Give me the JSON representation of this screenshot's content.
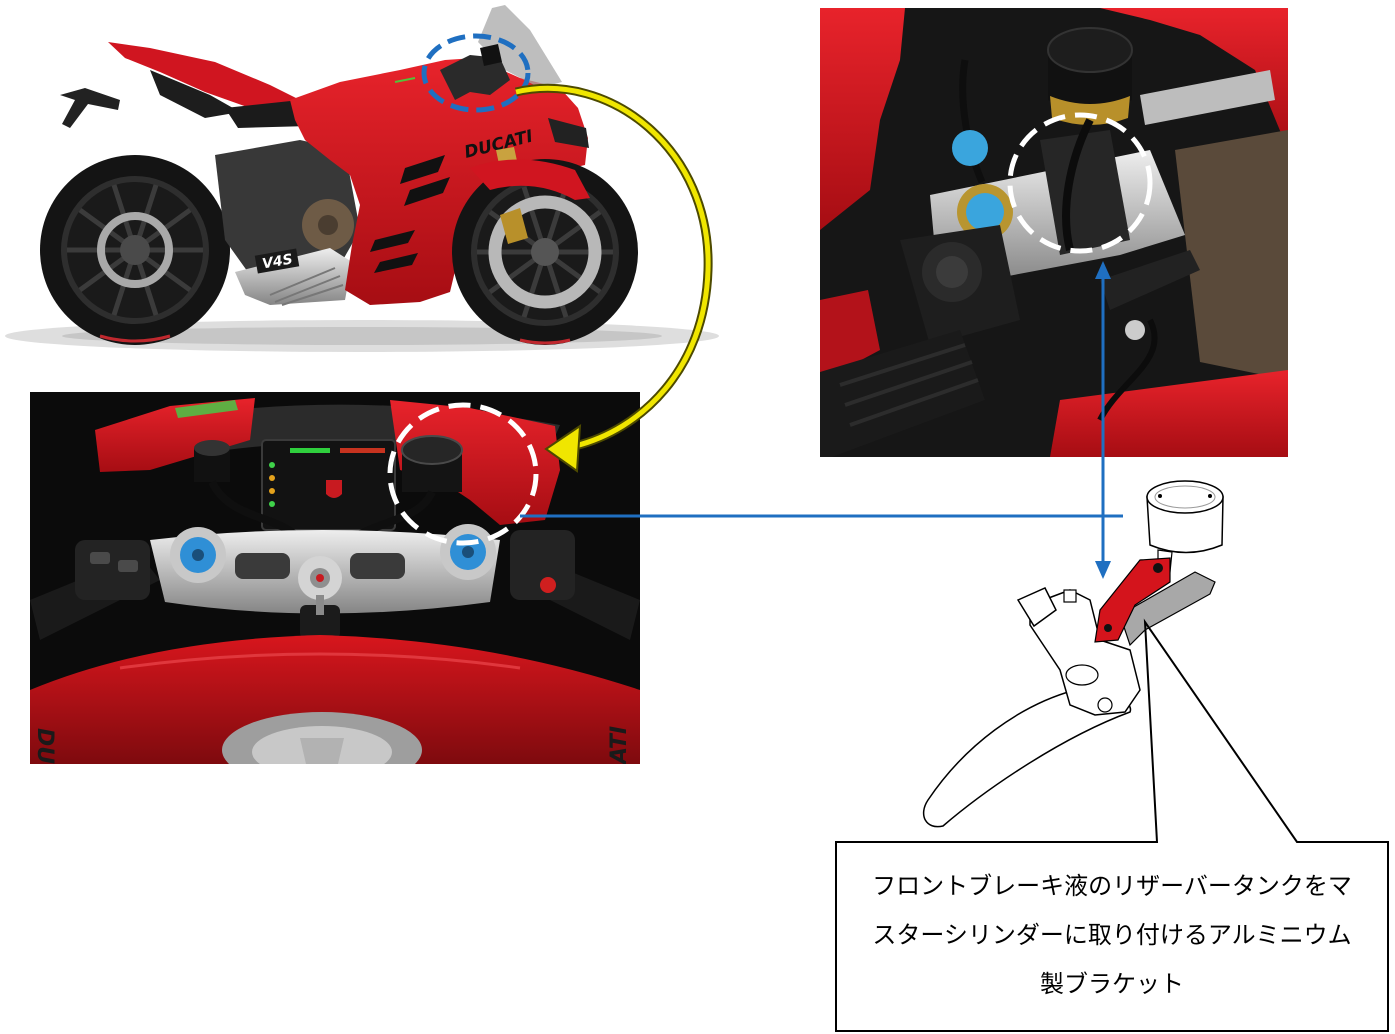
{
  "figure": {
    "callout": {
      "lines": [
        "フロントブレーキ液のリザーバータンクをマ",
        "スターシリンダーに取り付けるアルミニウム",
        "製ブラケット"
      ]
    },
    "logos": {
      "fairing_brand": "DUCATI",
      "model_badge": "V4S",
      "tank_left": "DU",
      "tank_right": "ATI"
    }
  },
  "colors": {
    "fairing_red": "#d01520",
    "bracket_red": "#d4141c",
    "marker_blue": "#1f6fc1",
    "marker_white": "#ffffff",
    "arrow_yellow": "#f0e600",
    "callout_border": "#000000"
  }
}
